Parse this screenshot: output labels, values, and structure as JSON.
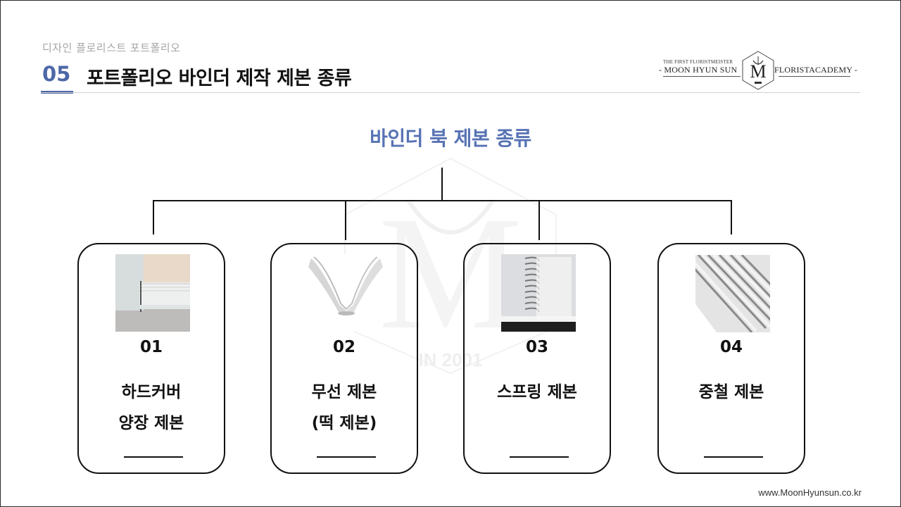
{
  "header": {
    "subtitle": "디자인 플로리스트 포트폴리오",
    "section_number": "05",
    "title": "포트폴리오 바인더 제작 제본 종류"
  },
  "logo": {
    "tagline": "THE FIRST FLORISTMEISTER",
    "name": "- MOON HYUN SUN",
    "academy": "FLORISTACADEMY -"
  },
  "chart": {
    "heading": "바인더 북 제본 종류"
  },
  "watermark": {
    "text": "IN 2001"
  },
  "cards": [
    {
      "number": "01",
      "label_line1": "하드커버",
      "label_line2": "양장 제본",
      "image_icon": "hardcover-book-photo"
    },
    {
      "number": "02",
      "label_line1": "무선 제본",
      "label_line2": "(떡 제본)",
      "image_icon": "perfect-bound-book-photo"
    },
    {
      "number": "03",
      "label_line1": "스프링 제본",
      "label_line2": "",
      "image_icon": "spiral-bound-book-photo"
    },
    {
      "number": "04",
      "label_line1": "중철 제본",
      "label_line2": "",
      "image_icon": "saddle-stitch-book-photo"
    }
  ],
  "footer": {
    "url": "www.MoonHyunsun.co.kr"
  },
  "colors": {
    "accent": "#4d68a8",
    "heading": "#5873b4",
    "text": "#111111",
    "muted": "#a6a6a6"
  }
}
